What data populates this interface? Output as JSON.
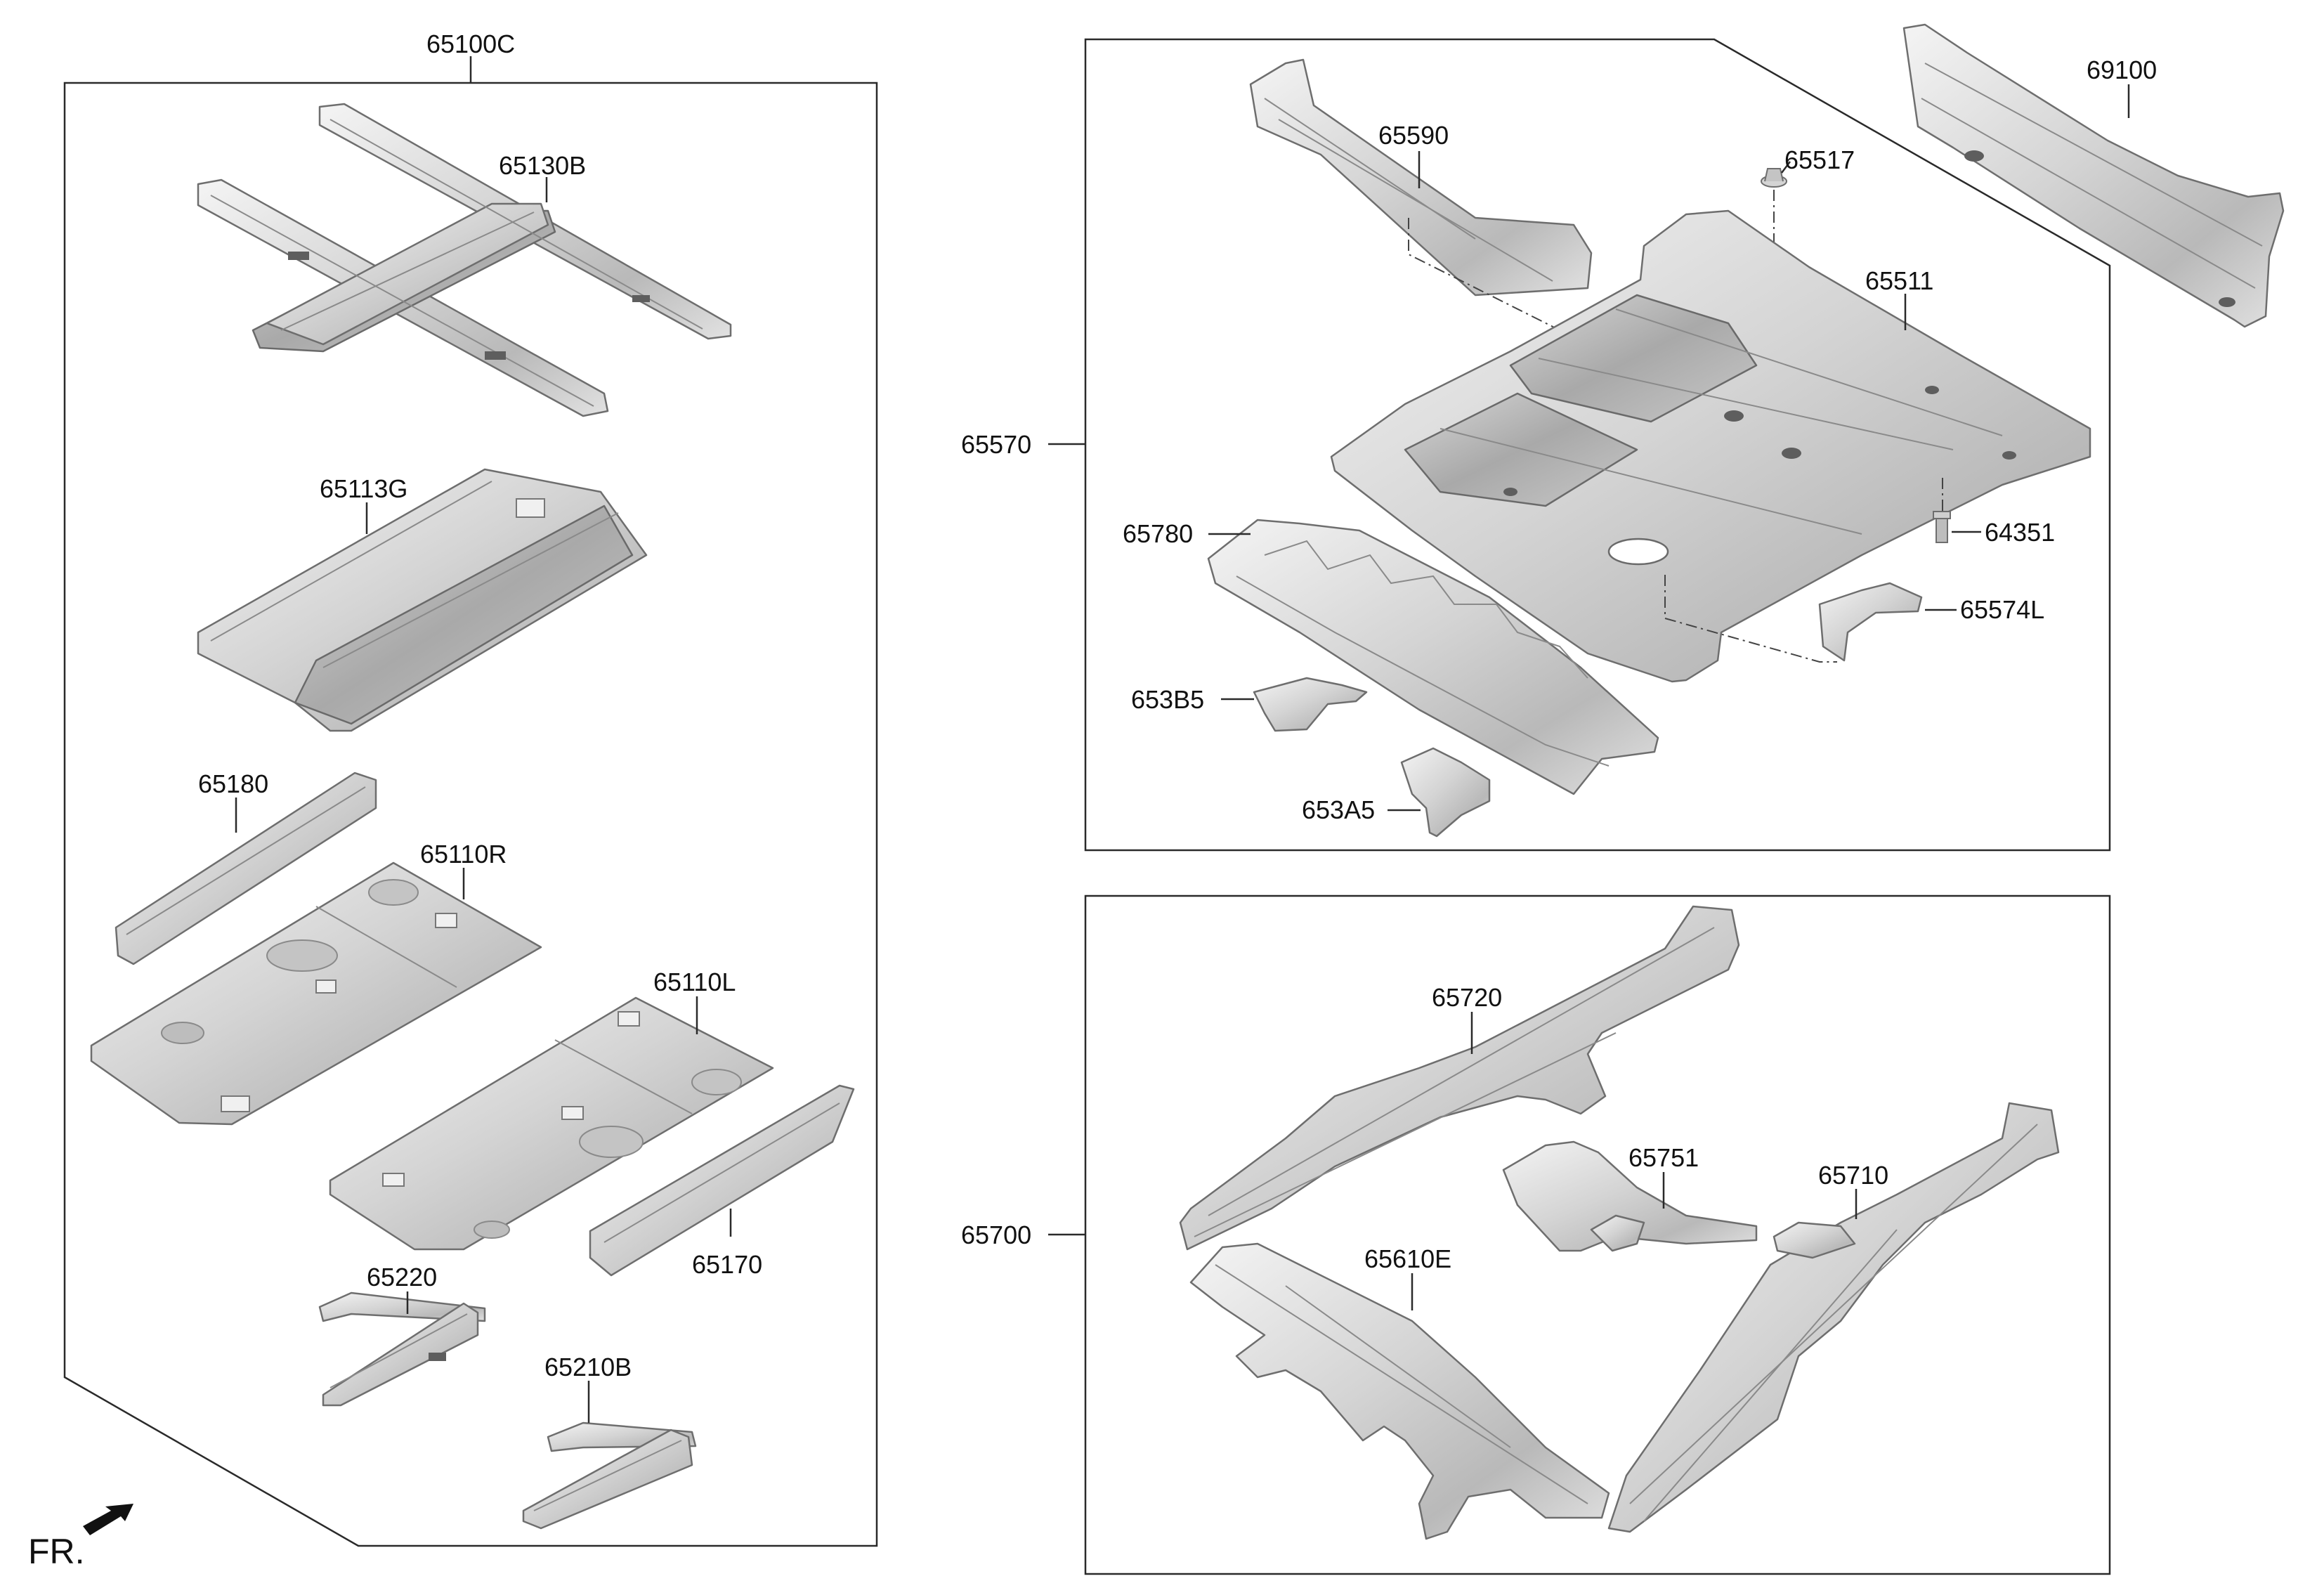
{
  "diagram": {
    "orientation_label": "FR.",
    "groups": [
      {
        "id": "65100C",
        "label": "65100C"
      },
      {
        "id": "65570",
        "label": "65570"
      },
      {
        "id": "65700",
        "label": "65700"
      }
    ],
    "parts": {
      "p65130B": "65130B",
      "p65113G": "65113G",
      "p65180": "65180",
      "p65110R": "65110R",
      "p65110L": "65110L",
      "p65170": "65170",
      "p65220": "65220",
      "p65210B": "65210B",
      "p65590": "65590",
      "p65517": "65517",
      "p65511": "65511",
      "p64351": "64351",
      "p65780": "65780",
      "p65574L": "65574L",
      "p653B5": "653B5",
      "p653A5": "653A5",
      "p69100": "69100",
      "p65720": "65720",
      "p65751": "65751",
      "p65710": "65710",
      "p65610E": "65610E"
    },
    "colors": {
      "part_light": "#f2f2f2",
      "part_mid": "#c9c9c9",
      "part_dark": "#9a9a9a",
      "outline": "#6e6e6e",
      "line": "#2a2a2a"
    }
  }
}
